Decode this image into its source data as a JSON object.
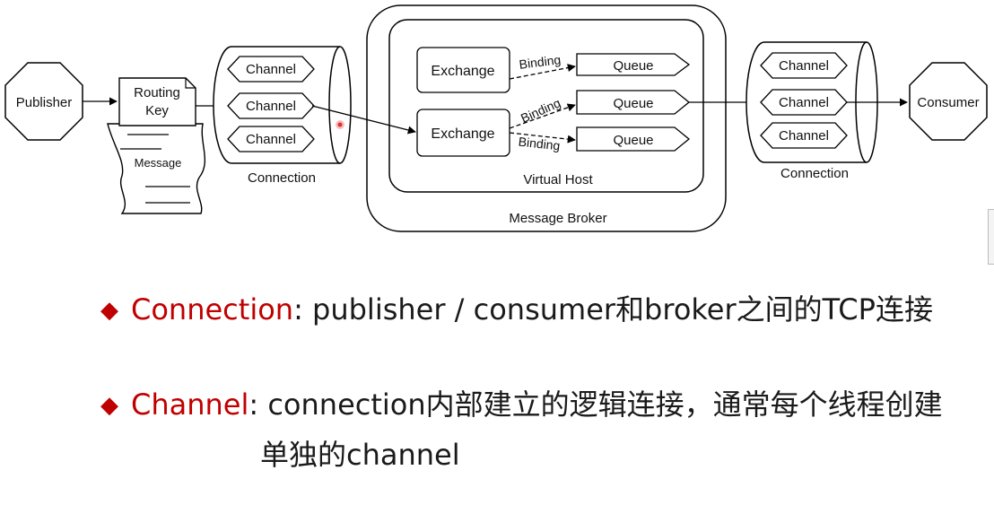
{
  "diagram": {
    "publisher": "Publisher",
    "routing_key": [
      "Routing",
      "Key"
    ],
    "message": "Message",
    "left_connection": {
      "channels": [
        "Channel",
        "Channel",
        "Channel"
      ],
      "label": "Connection"
    },
    "broker": {
      "label": "Message Broker",
      "virtual_host": {
        "label": "Virtual Host",
        "exchanges": [
          "Exchange",
          "Exchange"
        ],
        "queues": [
          "Queue",
          "Queue",
          "Queue"
        ],
        "bindings": [
          "Binding",
          "Binding",
          "Binding"
        ]
      }
    },
    "right_connection": {
      "channels": [
        "Channel",
        "Channel",
        "Channel"
      ],
      "label": "Connection"
    },
    "consumer": "Consumer",
    "colors": {
      "cursor_dot": "#e03030"
    }
  },
  "bullets": [
    {
      "marker": "◆",
      "term": "Connection",
      "text": ": publisher / consumer和broker之间的TCP连接"
    },
    {
      "marker": "◆",
      "term": "Channel",
      "text": ": connection内部建立的逻辑连接，通常每个线程创建",
      "continuation": "单独的channel"
    }
  ]
}
